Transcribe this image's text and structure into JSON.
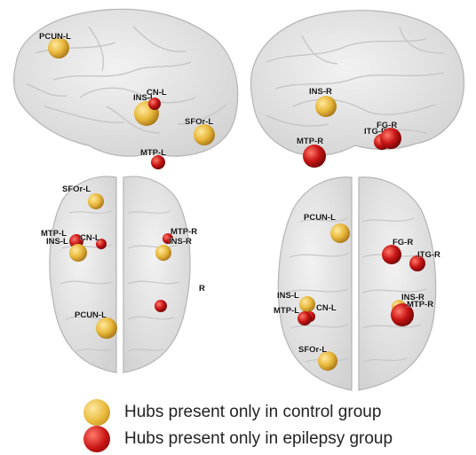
{
  "colors": {
    "control": "#E8B83A",
    "epilepsy": "#C81414",
    "brain_fill": "#E4E4E4",
    "brain_stroke": "#B4B4B4",
    "fold": "#C8C8C8"
  },
  "views": [
    {
      "id": "sagittal-left",
      "hubs": [
        {
          "label": "PCUN-L",
          "group": "control"
        },
        {
          "label": "INS-L",
          "group": "control"
        },
        {
          "label": "CN-L",
          "group": "epilepsy"
        },
        {
          "label": "SFOr-L",
          "group": "control"
        },
        {
          "label": "MTP-L",
          "group": "epilepsy"
        }
      ]
    },
    {
      "id": "sagittal-right",
      "hubs": [
        {
          "label": "INS-R",
          "group": "control"
        },
        {
          "label": "MTP-R",
          "group": "epilepsy"
        },
        {
          "label": "ITG-R",
          "group": "epilepsy"
        },
        {
          "label": "FG-R",
          "group": "epilepsy"
        }
      ]
    },
    {
      "id": "axial-top",
      "hubs": [
        {
          "label": "SFOr-L",
          "group": "control"
        },
        {
          "label": "MTP-L",
          "group": "epilepsy"
        },
        {
          "label": "INS-L",
          "group": "control"
        },
        {
          "label": "CN-L",
          "group": "epilepsy"
        },
        {
          "label": "MTP-R",
          "group": "epilepsy"
        },
        {
          "label": "INS-R",
          "group": "control"
        },
        {
          "label": "R",
          "group": "epilepsy"
        },
        {
          "label": "PCUN-L",
          "group": "control"
        }
      ]
    },
    {
      "id": "axial-bottom",
      "hubs": [
        {
          "label": "PCUN-L",
          "group": "control"
        },
        {
          "label": "FG-R",
          "group": "epilepsy"
        },
        {
          "label": "ITG-R",
          "group": "epilepsy"
        },
        {
          "label": "INS-L",
          "group": "control"
        },
        {
          "label": "CN-L",
          "group": "epilepsy"
        },
        {
          "label": "MTP-L",
          "group": "epilepsy"
        },
        {
          "label": "INS-R",
          "group": "control"
        },
        {
          "label": "MTP-R",
          "group": "epilepsy"
        },
        {
          "label": "SFOr-L",
          "group": "control"
        }
      ]
    }
  ],
  "legend": [
    {
      "group": "control",
      "text": "Hubs present only in control group"
    },
    {
      "group": "epilepsy",
      "text": "Hubs present only in epilepsy group"
    }
  ]
}
